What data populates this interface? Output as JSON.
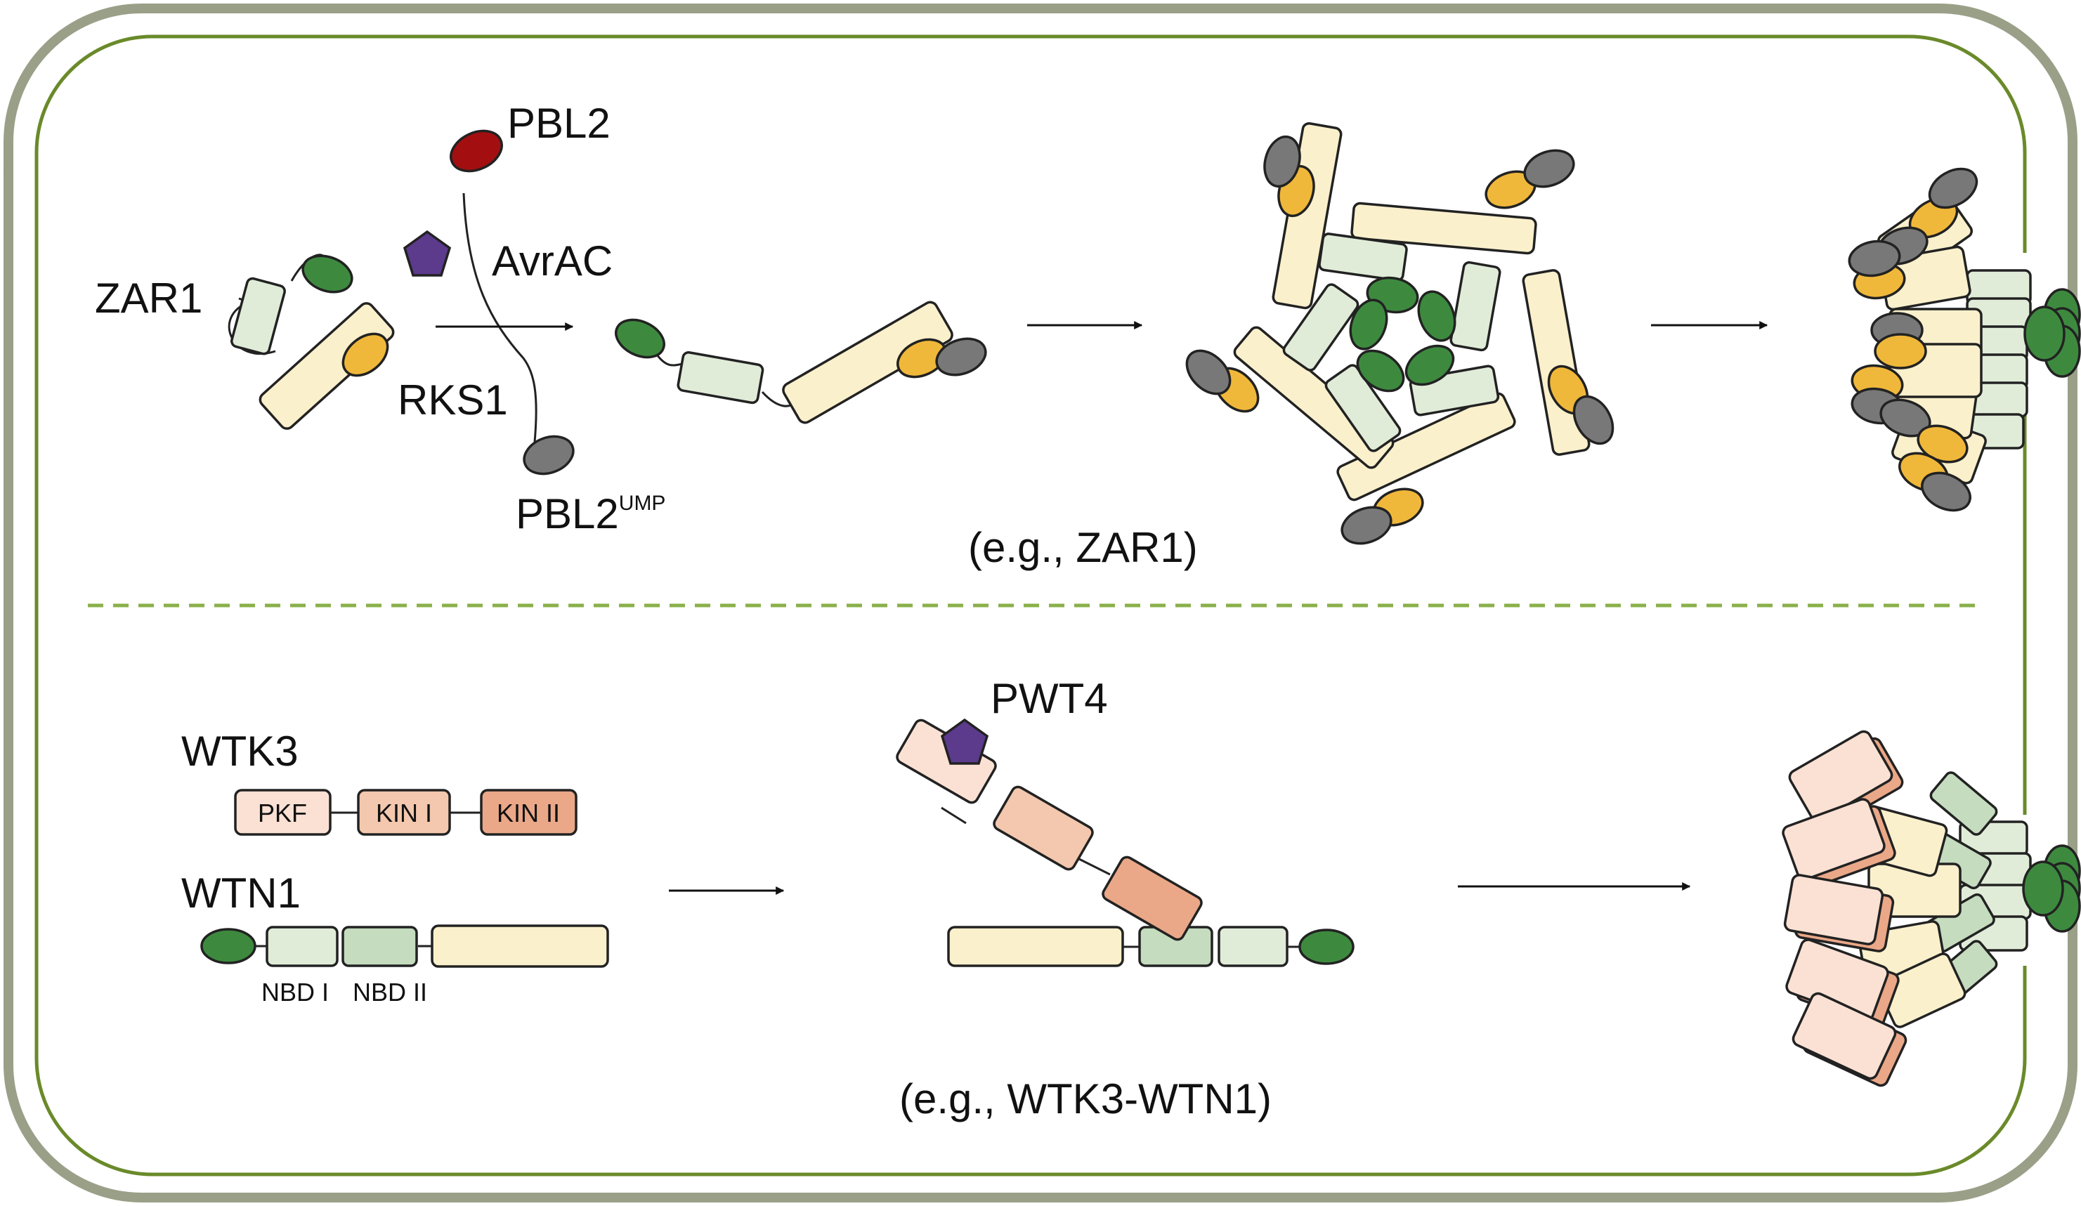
{
  "labels": {
    "zar1": "ZAR1",
    "pbl2": "PBL2",
    "avrac": "AvrAC",
    "rks1": "RKS1",
    "pbl2ump_base": "PBL2",
    "pbl2ump_sup": "UMP",
    "eg_zar1": "(e.g., ZAR1)",
    "wtk3": "WTK3",
    "wtn1": "WTN1",
    "pkf": "PKF",
    "kin1": "KIN I",
    "kin2": "KIN II",
    "nbd1": "NBD I",
    "nbd2": "NBD II",
    "pwt4": "PWT4",
    "eg_wtk3_wtn1": "(e.g., WTK3-WTN1)"
  },
  "colors": {
    "cell_wall": "#9aa088",
    "membrane": "#6a8a2a",
    "divider": "#8ab04a",
    "green_domain": "#3d8a3f",
    "light_green_domain": "#e0ecd8",
    "mid_green_domain": "#c5dcbf",
    "cream_domain": "#faf0cc",
    "orange_domain": "#f0b83a",
    "gray_domain": "#787878",
    "pbl2_red": "#a30f10",
    "effector_purple": "#5c3a8c",
    "pkf_pink": "#fbe1d4",
    "kin1_salmon": "#f3c8ae",
    "kin2_orange": "#eaa888"
  }
}
